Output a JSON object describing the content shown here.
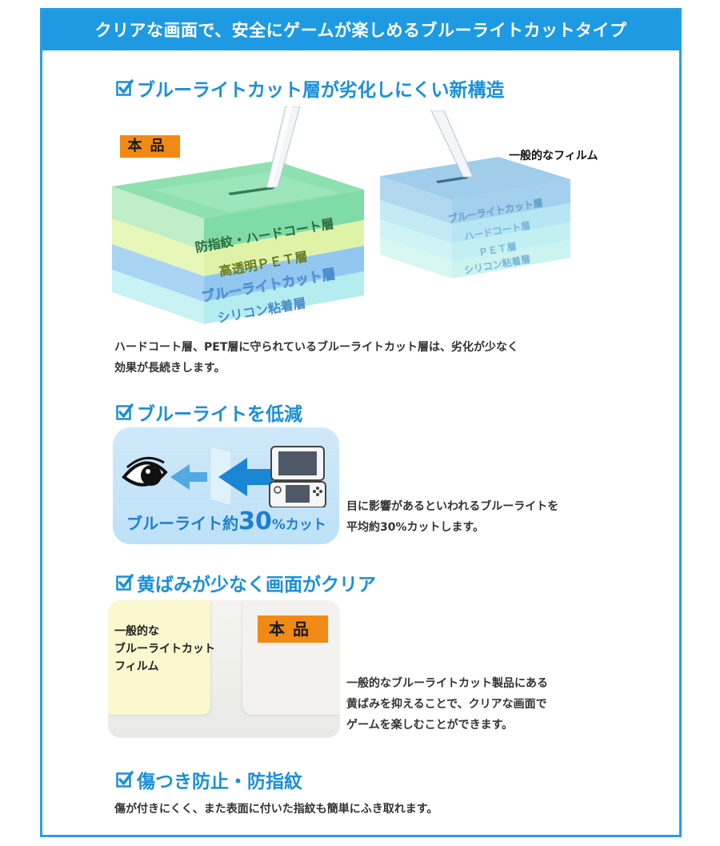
{
  "banner": "クリアな画面で、安全にゲームが楽しめるブルーライトカットタイプ",
  "colors": {
    "accent": "#1e9ae3",
    "badge": "#f08a14",
    "heading": "#1a8fd8"
  },
  "section1": {
    "heading": "ブルーライトカット層が劣化しにくい新構造",
    "product_badge": "本品",
    "product_layers": [
      "防指紋・ハードコート層",
      "高透明ＰＥＴ層",
      "ブルーライトカット層",
      "シリコン粘着層"
    ],
    "general_label": "一般的なフィルム",
    "general_layers": [
      "ブルーライトカット層",
      "ハードコート層",
      "ＰＥＴ層",
      "シリコン粘着層"
    ],
    "body": [
      "ハードコート層、PET層に守られているブルーライトカット層は、劣化が少なく",
      "効果が長続きします。"
    ]
  },
  "section2": {
    "heading": "ブルーライトを低減",
    "cut_prefix": "ブルーライト約",
    "cut_number": "30",
    "cut_suffix": "%カット",
    "body": [
      "目に影響があるといわれるブルーライトを",
      "平均約30%カットします。"
    ]
  },
  "section3": {
    "heading": "黄ばみが少なく画面がクリア",
    "general_film_label": [
      "一般的な",
      "ブルーライトカット",
      "フィルム"
    ],
    "product_badge": "本品",
    "body": [
      "一般的なブルーライトカット製品にある",
      "黄ばみを抑えることで、クリアな画面で",
      "ゲームを楽しむことができます。"
    ]
  },
  "section4": {
    "heading": "傷つき防止・防指紋",
    "body": "傷が付きにくく、また表面に付いた指紋も簡単にふき取れます。"
  }
}
